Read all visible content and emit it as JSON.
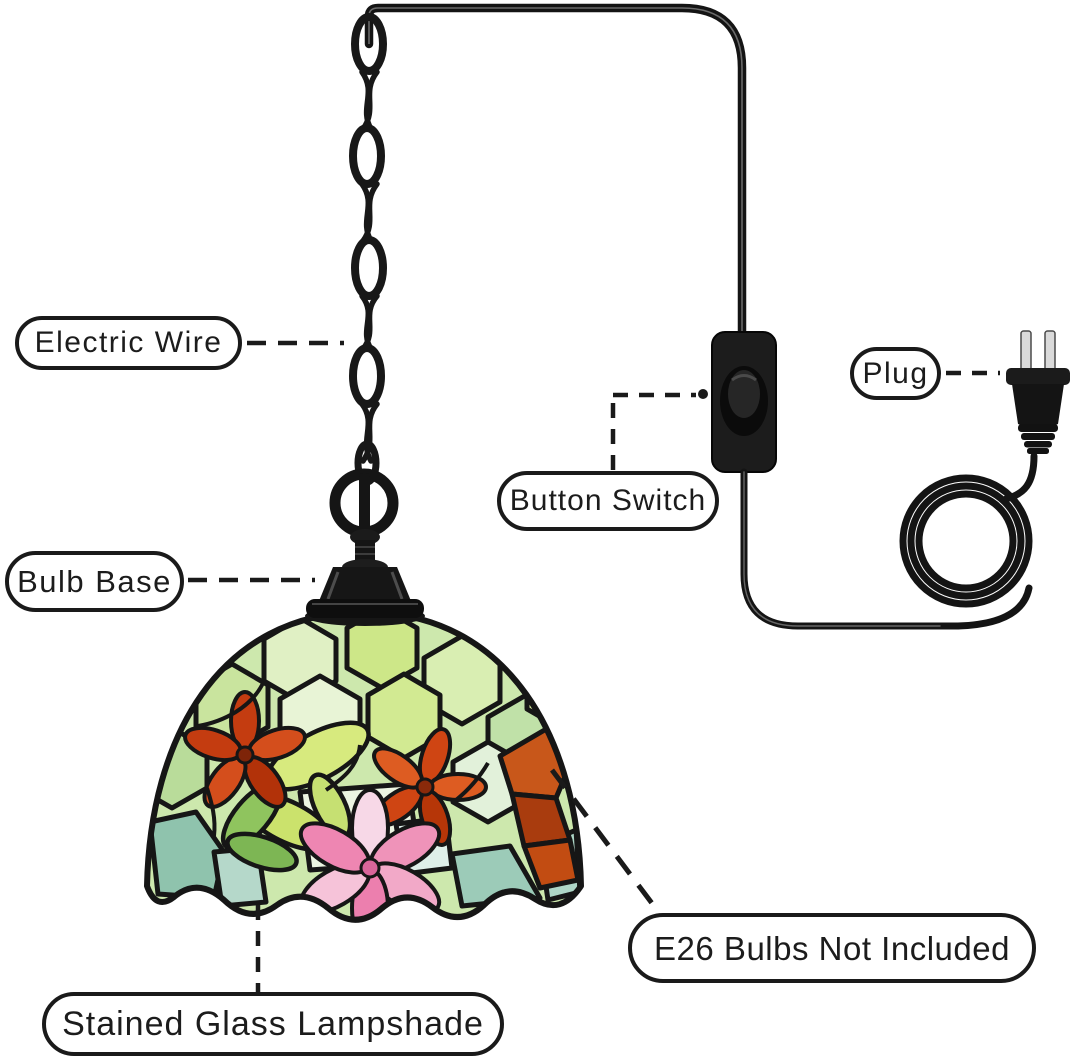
{
  "labels": {
    "electric_wire": "Electric Wire",
    "plug": "Plug",
    "button_switch": "Button Switch",
    "bulb_base": "Bulb Base",
    "e26_bulbs": "E26 Bulbs Not Included",
    "stained_glass_lampshade": "Stained Glass Lampshade"
  },
  "colors": {
    "background": "#ffffff",
    "outline": "#1a1a1a",
    "hardware_black": "#141414",
    "shade_green": "#cde8ad",
    "shade_yellow_green": "#d2ea92",
    "shade_pale_green": "#e8f4d6",
    "shade_red": "#c43c10",
    "shade_orange": "#c8571a",
    "shade_pink": "#ef93b9",
    "shade_pale_pink": "#f7d8e7",
    "shade_teal": "#9ccbb8"
  }
}
